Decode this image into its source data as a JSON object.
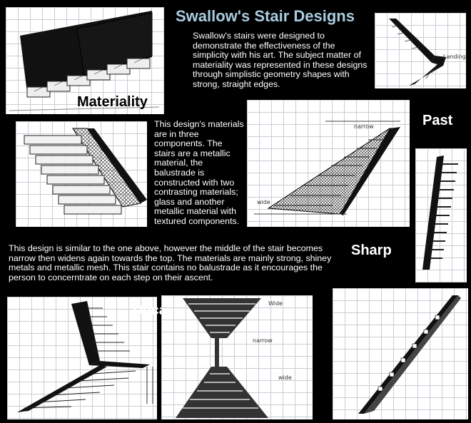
{
  "title": "Swallow's Stair Designs",
  "intro": "Swallow's stairs were designed to demonstrate the effectiveness of the simplicity with his art. The subject matter of materiality was represented in these designs through simplistic geometry shapes with strong, straight edges.",
  "labels": {
    "materiality": "Materiality",
    "past": "Past",
    "sharp": "Sharp",
    "decay": "Decay"
  },
  "descriptions": {
    "materials": "This design's materials are in three components. The stairs are a metallic material, the balustrade is constructed with two contrasting materials; glass and another metallic material with textured components.",
    "narrow_stair": "This design is similar to the one above, however the middle of the stair becomes narrow then widens again towards the top. The materials are mainly strong, shiney metals and metallic mesh. This stair contains no balustrade as it encourages the person to concerntrate on each step on their ascent."
  },
  "sketch_annotations": {
    "landing": "Landing",
    "narrow_top": "narrow",
    "wide_bottom": "wide",
    "wide_top": "Wide",
    "narrow_mid": "narrow",
    "wide_low": "wide"
  }
}
